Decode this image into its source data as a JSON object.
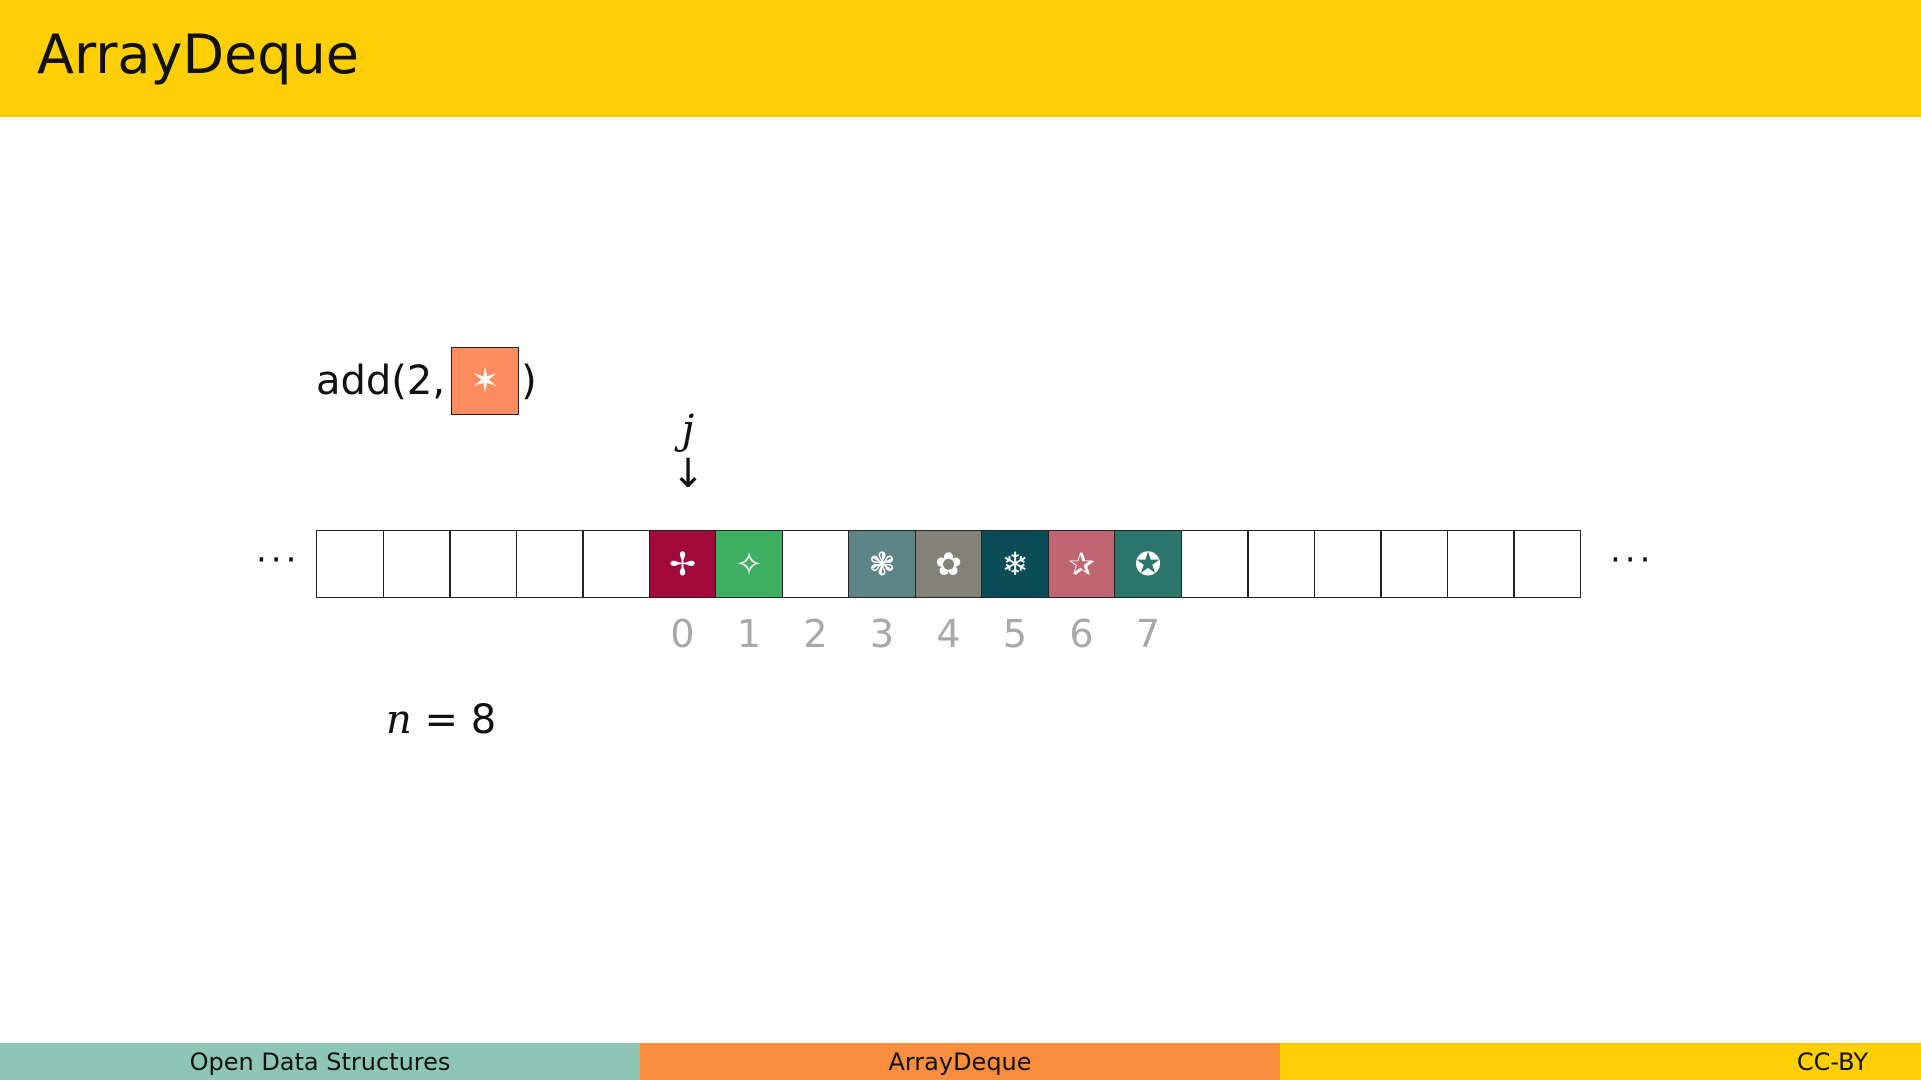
{
  "header": {
    "title": "ArrayDeque",
    "color": "#FFCF06"
  },
  "operation": {
    "prefix": "add(2,",
    "suffix": ")",
    "element": {
      "symbol": "✶",
      "color": "#FF8C5E",
      "icon": "six-point-star-icon"
    }
  },
  "pointer": {
    "label": "j",
    "arrow": "↓"
  },
  "ellipsis": "···",
  "array": {
    "cells": [
      {
        "symbol": "",
        "color": ""
      },
      {
        "symbol": "",
        "color": ""
      },
      {
        "symbol": "",
        "color": ""
      },
      {
        "symbol": "",
        "color": ""
      },
      {
        "symbol": "",
        "color": ""
      },
      {
        "symbol": "✢",
        "color": "#A0083A",
        "icon": "four-petal-cross-icon"
      },
      {
        "symbol": "✧",
        "color": "#3FAF62",
        "icon": "four-point-star-icon"
      },
      {
        "symbol": "",
        "color": ""
      },
      {
        "symbol": "❃",
        "color": "#5E8486",
        "icon": "asterisk-flower-icon"
      },
      {
        "symbol": "✿",
        "color": "#828278",
        "icon": "flower-icon"
      },
      {
        "symbol": "❄",
        "color": "#0B4D57",
        "icon": "snowflake-icon"
      },
      {
        "symbol": "✰",
        "color": "#BE6671",
        "icon": "shadowed-star-icon"
      },
      {
        "symbol": "✪",
        "color": "#2C756B",
        "icon": "circled-star-icon"
      },
      {
        "symbol": "",
        "color": ""
      },
      {
        "symbol": "",
        "color": ""
      },
      {
        "symbol": "",
        "color": ""
      },
      {
        "symbol": "",
        "color": ""
      },
      {
        "symbol": "",
        "color": ""
      },
      {
        "symbol": "",
        "color": ""
      }
    ],
    "index_labels": [
      "0",
      "1",
      "2",
      "3",
      "4",
      "5",
      "6",
      "7"
    ],
    "index_start_cell": 5
  },
  "count": {
    "variable": "n",
    "equals": " = ",
    "value": "8"
  },
  "footer": {
    "left": {
      "text": "Open Data Structures",
      "color": "#8EC6B6"
    },
    "center": {
      "text": "ArrayDeque",
      "color": "#F98E3F"
    },
    "right": {
      "text": "CC-BY",
      "color": "#FFCF06"
    }
  }
}
